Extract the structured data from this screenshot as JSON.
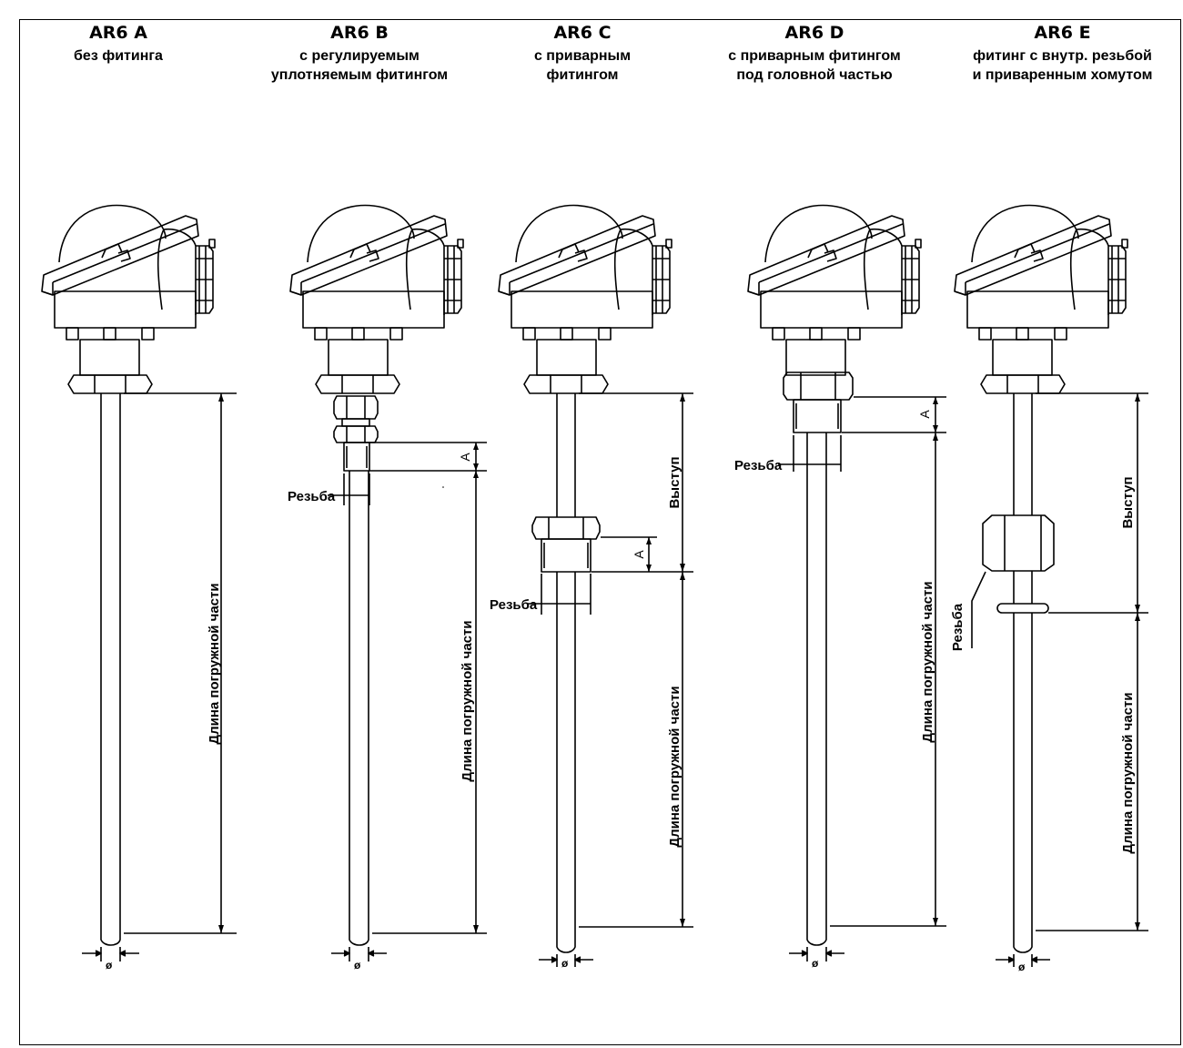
{
  "variants": [
    {
      "code": "AR6 A",
      "line1": "без фитинга",
      "line2": ""
    },
    {
      "code": "AR6 B",
      "line1": "с регулируемым",
      "line2": "уплотняемым фитингом"
    },
    {
      "code": "AR6 C",
      "line1": "с приварным",
      "line2": "фитингом"
    },
    {
      "code": "AR6 D",
      "line1": "с приварным фитингом",
      "line2": "под головной частью"
    },
    {
      "code": "AR6 E",
      "line1": "фитинг с внутр. резьбой",
      "line2": "и приваренным хомутом"
    }
  ],
  "labels": {
    "immersion_length": "Длина погружной части",
    "thread": "Резьба",
    "extension": "Выступ",
    "a": "A",
    "diameter": "ø"
  },
  "colors": {
    "line": "#000000",
    "background": "#ffffff"
  }
}
